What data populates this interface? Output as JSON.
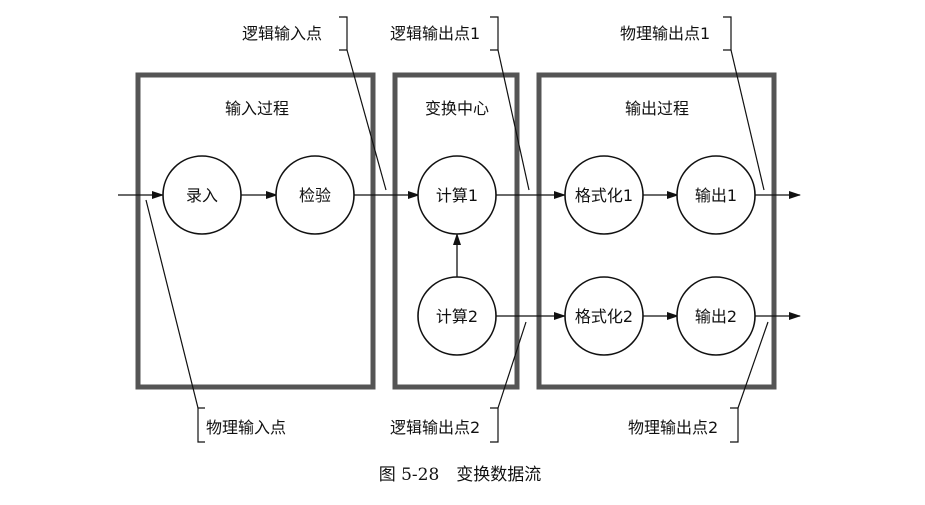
{
  "regions": {
    "input": "输入过程",
    "transform": "变换中心",
    "output": "输出过程"
  },
  "processes": {
    "record": "录入",
    "verify": "检验",
    "calc1": "计算1",
    "calc2": "计算2",
    "format1": "格式化1",
    "format2": "格式化2",
    "out1": "输出1",
    "out2": "输出2"
  },
  "points": {
    "logical_input": "逻辑输入点",
    "logical_output_1": "逻辑输出点1",
    "physical_output_1": "物理输出点1",
    "physical_input": "物理输入点",
    "logical_output_2": "逻辑输出点2",
    "physical_output_2": "物理输出点2"
  },
  "caption": "图 5-28　变换数据流"
}
